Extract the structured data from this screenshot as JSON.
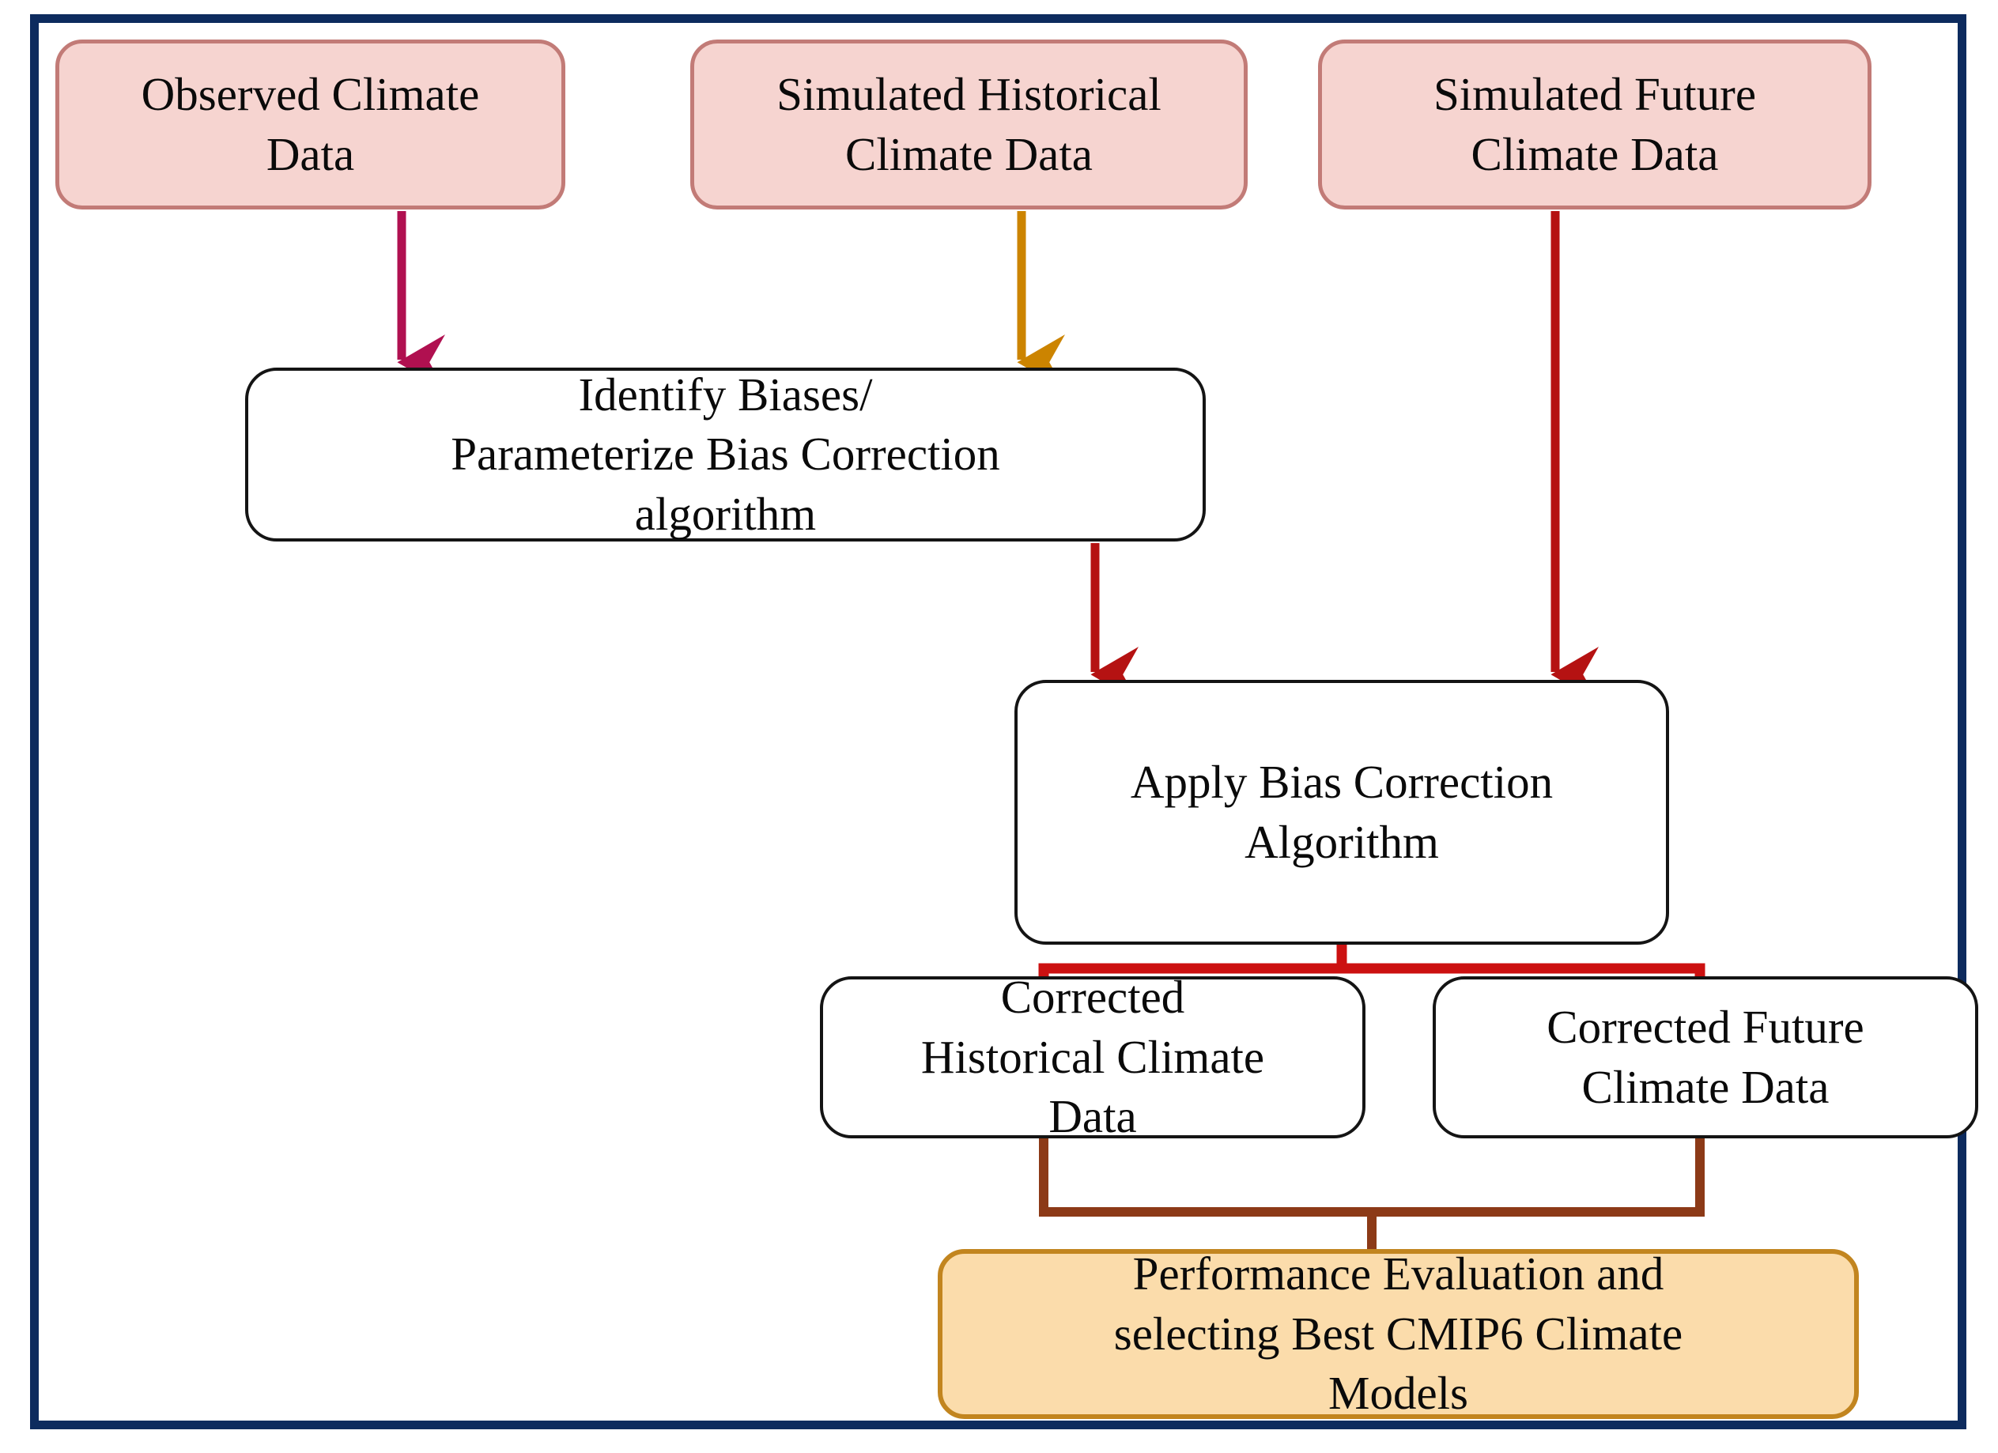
{
  "diagram": {
    "title": "Bias correction workflow for CMIP6 climate models",
    "frame_color": "#0d2b5e",
    "nodes": {
      "observed": {
        "label": "Observed Climate\nData",
        "fill": "#f6d4d0",
        "border": "#c27b77"
      },
      "simulated_historical": {
        "label": "Simulated Historical\nClimate Data",
        "fill": "#f6d4d0",
        "border": "#c27b77"
      },
      "simulated_future": {
        "label": "Simulated Future\nClimate Data",
        "fill": "#f6d4d0",
        "border": "#c27b77"
      },
      "identify_biases": {
        "label": "Identify Biases/\nParameterize Bias Correction\nalgorithm",
        "fill": "#ffffff",
        "border": "#141414"
      },
      "apply_bias": {
        "label": "Apply Bias Correction\nAlgorithm",
        "fill": "#ffffff",
        "border": "#141414"
      },
      "corrected_historical": {
        "label": "Corrected\nHistorical Climate\nData",
        "fill": "#ffffff",
        "border": "#141414"
      },
      "corrected_future": {
        "label": "Corrected Future\nClimate Data",
        "fill": "#ffffff",
        "border": "#141414"
      },
      "performance": {
        "label": "Performance Evaluation and\nselecting Best CMIP6 Climate\nModels",
        "fill": "#fbdcab",
        "border": "#c2851f"
      }
    },
    "edges": [
      {
        "from": "observed",
        "to": "identify_biases",
        "color": "#b01050",
        "arrow": true
      },
      {
        "from": "simulated_historical",
        "to": "identify_biases",
        "color": "#cc8400",
        "arrow": true
      },
      {
        "from": "identify_biases",
        "to": "apply_bias",
        "color": "#c00000",
        "arrow": true
      },
      {
        "from": "simulated_future",
        "to": "apply_bias",
        "color": "#b51212",
        "arrow": true
      },
      {
        "from": "apply_bias",
        "to": "corrected_historical",
        "color": "#cc1111",
        "arrow": false
      },
      {
        "from": "apply_bias",
        "to": "corrected_future",
        "color": "#cc1111",
        "arrow": false
      },
      {
        "from": "corrected_historical",
        "to": "performance",
        "color": "#8c3a17",
        "arrow": false
      },
      {
        "from": "corrected_future",
        "to": "performance",
        "color": "#8c3a17",
        "arrow": false
      }
    ]
  }
}
